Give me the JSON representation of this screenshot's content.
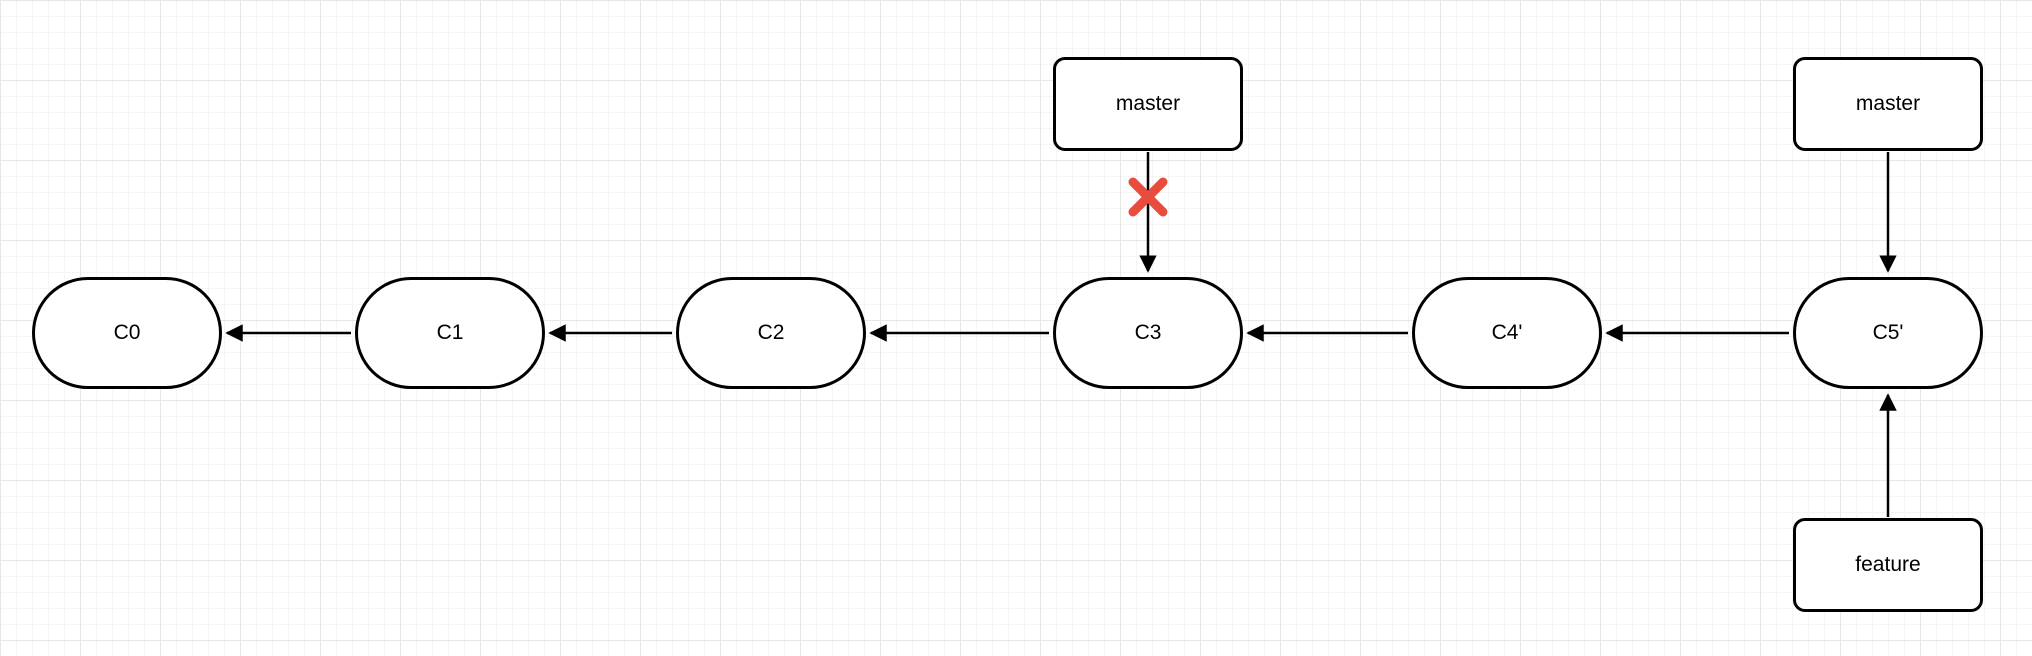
{
  "diagram": {
    "type": "git-commit-graph",
    "commits": [
      {
        "id": "C0",
        "label": "C0"
      },
      {
        "id": "C1",
        "label": "C1"
      },
      {
        "id": "C2",
        "label": "C2"
      },
      {
        "id": "C3",
        "label": "C3"
      },
      {
        "id": "C4p",
        "label": "C4'"
      },
      {
        "id": "C5p",
        "label": "C5'"
      }
    ],
    "branch_labels": [
      {
        "id": "master-old",
        "label": "master",
        "points_to": "C3",
        "status": "invalidated"
      },
      {
        "id": "master-new",
        "label": "master",
        "points_to": "C5'"
      },
      {
        "id": "feature",
        "label": "feature",
        "points_to": "C5'"
      }
    ],
    "edges": [
      {
        "from": "C1",
        "to": "C0"
      },
      {
        "from": "C2",
        "to": "C1"
      },
      {
        "from": "C3",
        "to": "C2"
      },
      {
        "from": "C4'",
        "to": "C3"
      },
      {
        "from": "C5'",
        "to": "C4'"
      },
      {
        "from": "master-old",
        "to": "C3",
        "status": "invalidated"
      },
      {
        "from": "master-new",
        "to": "C5'"
      },
      {
        "from": "feature",
        "to": "C5'"
      }
    ],
    "colors": {
      "node_border": "#000000",
      "node_fill": "#ffffff",
      "arrow": "#000000",
      "invalid_marker": "#e74c3c",
      "background": "#ffffff"
    }
  }
}
